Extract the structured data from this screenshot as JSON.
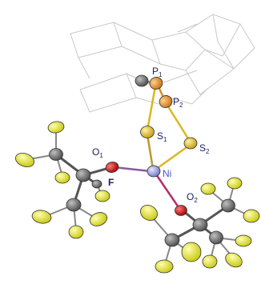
{
  "labels": {
    "p1": {
      "sym": "P",
      "idx": "1"
    },
    "p2": {
      "sym": "P",
      "idx": "2"
    },
    "s1": {
      "sym": "S",
      "idx": "1"
    },
    "s2": {
      "sym": "S",
      "idx": "2"
    },
    "o1": {
      "sym": "O",
      "idx": "1"
    },
    "o2": {
      "sym": "O",
      "idx": "2"
    },
    "ni": "Ni",
    "f": "F"
  },
  "colors": {
    "nickel": "#8a8fd6",
    "phosphorus": "#e38f1a",
    "sulfur": "#e0c020",
    "oxygen": "#d01010",
    "carbon": "#6d6d6d",
    "fluorine": "#e8e830",
    "wireframe": "#c8c8c8",
    "bond_s": "#d8b820",
    "bond_o": "#c02020"
  }
}
